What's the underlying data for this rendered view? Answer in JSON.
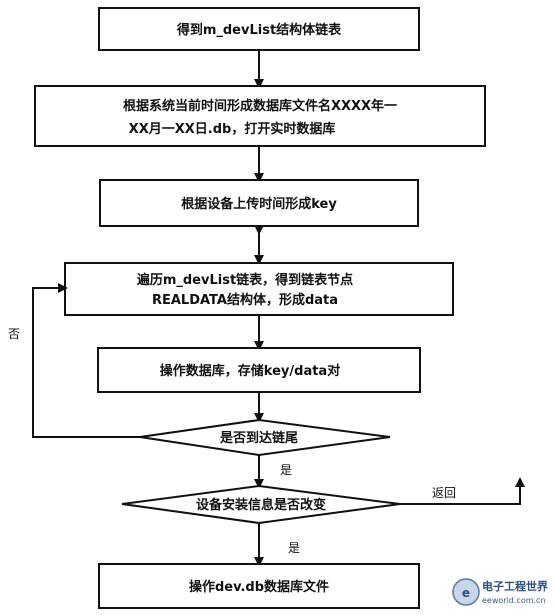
{
  "flowchart": {
    "step_get_list": "得到m_devList结构体链表",
    "step_db_name_line1": "根据系统当前时间形成数据库文件名XXXX年一",
    "step_db_name_line2": "XX月一XX日.db，打开实时数据库",
    "step_form_key": "根据设备上传时间形成key",
    "step_traverse_line1": "遍历m_devList链表，得到链表节点",
    "step_traverse_line2": "REALDATA结构体，形成data",
    "step_store": "操作数据库，存储key/data对",
    "decision_end_of_list": "是否到达链尾",
    "decision_device_changed": "设备安装信息是否改变",
    "step_dev_db": "操作dev.db数据库文件",
    "label_no": "否",
    "label_yes_1": "是",
    "label_yes_2": "是",
    "label_return": "返回"
  },
  "watermark": {
    "logo_text": "电子工程世界",
    "site": "eeworld.com.cn"
  },
  "colors": {
    "line": "#111111",
    "box_border": "#111111",
    "background": "#ffffff"
  }
}
